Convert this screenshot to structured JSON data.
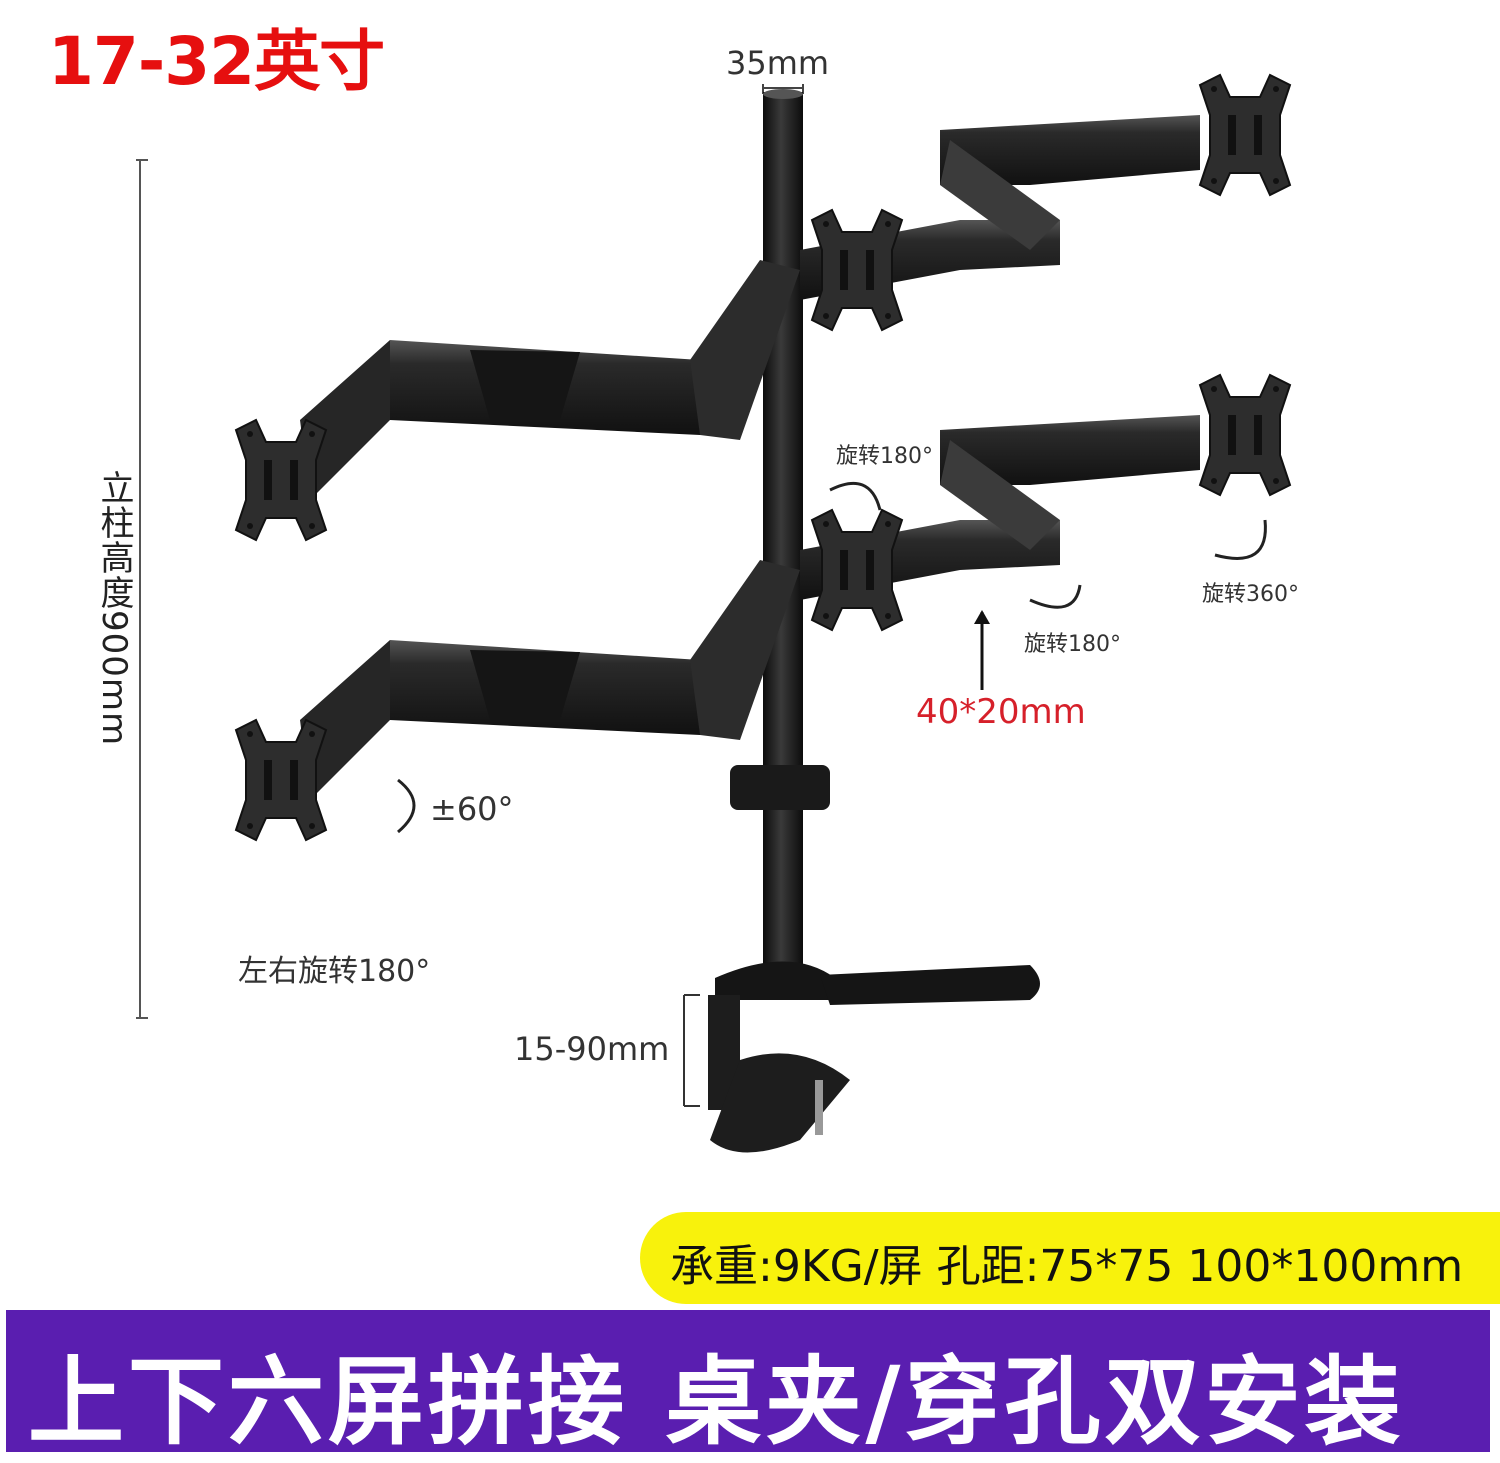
{
  "title": "17-32英寸",
  "dimensions": {
    "pole_diameter": "35mm",
    "pole_height": "立柱高度900mm",
    "clamp_range": "15-90mm",
    "arm_profile": "40*20mm"
  },
  "rotation_labels": {
    "upper_arm_rotation": "旋转180°",
    "elbow_rotation": "旋转180°",
    "head_rotation": "旋转360°",
    "tilt": "±60°",
    "swivel": "左右旋转180°"
  },
  "spec_bar": {
    "text": "承重:9KG/屏   孔距:75*75 100*100mm",
    "color": "#f8f20c"
  },
  "bottom_banner": {
    "text": "上下六屏拼接  桌夹/穿孔双安装",
    "color": "#5a1eb0"
  },
  "colors": {
    "title": "#e60f0f",
    "arm_profile_label": "#d6202a",
    "metal": "#1a1a1a"
  }
}
